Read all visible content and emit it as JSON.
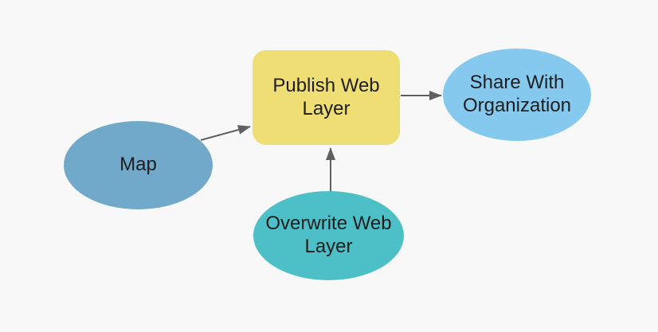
{
  "diagram": {
    "background_color": "#f7f8f7",
    "connector_color": "#5f6062",
    "text_color": "#1e1e1e",
    "nodes": {
      "map": {
        "label": "Map",
        "shape": "ellipse",
        "fill": "#70a9c9"
      },
      "publish": {
        "label": "Publish Web Layer",
        "shape": "rounded-rectangle",
        "fill": "#efde74"
      },
      "share": {
        "label": "Share With Organization",
        "shape": "ellipse",
        "fill": "#85c9ee"
      },
      "overwrite": {
        "label": "Overwrite Web Layer",
        "shape": "ellipse",
        "fill": "#4dbfc7"
      }
    },
    "edges": [
      {
        "from": "Map",
        "to": "Publish Web Layer"
      },
      {
        "from": "Publish Web Layer",
        "to": "Share With Organization"
      },
      {
        "from": "Overwrite Web Layer",
        "to": "Publish Web Layer"
      }
    ]
  }
}
